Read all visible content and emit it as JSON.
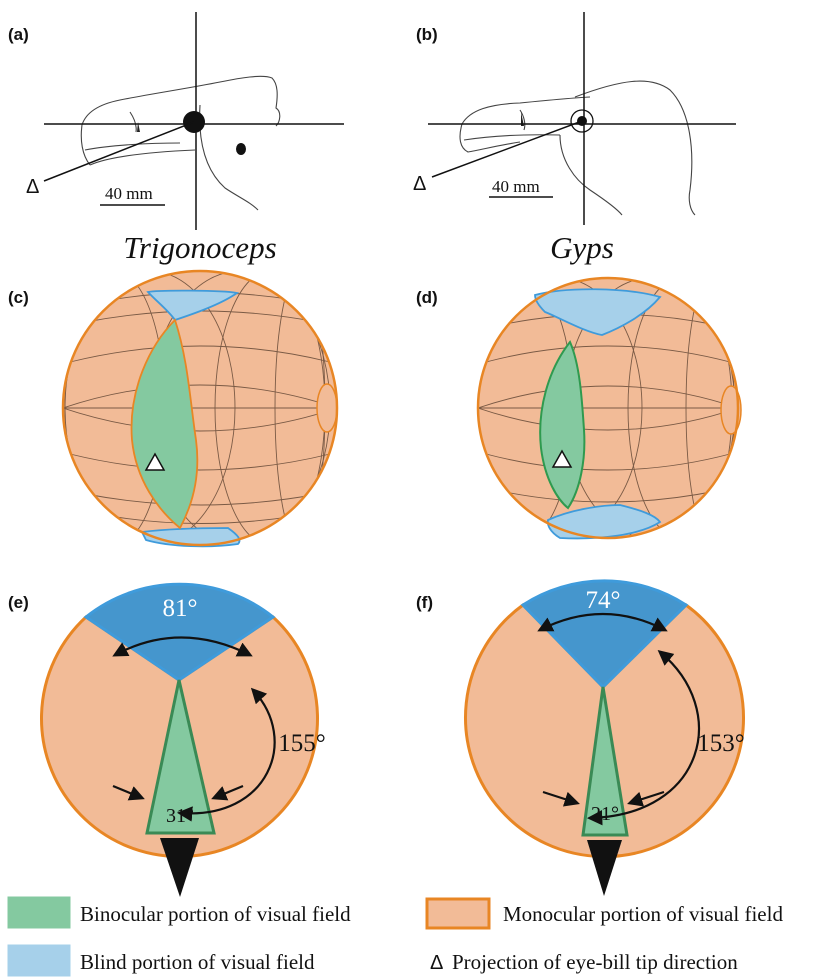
{
  "panels": {
    "a": {
      "label": "(a)",
      "scale": "40 mm",
      "species": "Trigonoceps",
      "triangle": "Δ"
    },
    "b": {
      "label": "(b)",
      "scale": "40 mm",
      "species": "Gyps",
      "triangle": "Δ"
    },
    "c": {
      "label": "(c)"
    },
    "d": {
      "label": "(d)"
    },
    "e": {
      "label": "(e)",
      "blind_angle": "81°",
      "monocular_angle": "155°",
      "binocular_angle": "31°"
    },
    "f": {
      "label": "(f)",
      "blind_angle": "74°",
      "monocular_angle": "153°",
      "binocular_angle": "21°"
    }
  },
  "legend": {
    "binocular": "Binocular portion of visual field",
    "monocular": "Monocular portion of visual field",
    "blind": "Blind portion of visual field",
    "projection_symbol": "Δ",
    "projection": "Projection of eye-bill tip direction"
  },
  "colors": {
    "binocular_fill": "#84c9a0",
    "binocular_edge": "#3a9a5a",
    "monocular_fill": "#f2bb97",
    "monocular_edge": "#e88624",
    "blind_fill_light": "#a6d0ea",
    "blind_fill_dark": "#4596cd",
    "blind_edge": "#3f9bdb"
  }
}
